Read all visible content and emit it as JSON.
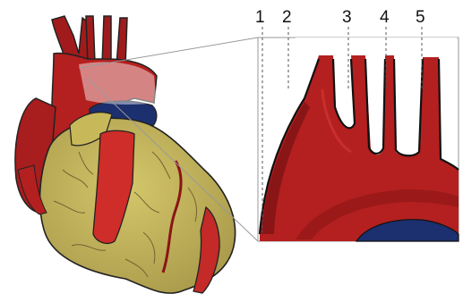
{
  "colors": {
    "artery_red": "#b3201f",
    "artery_dark": "#7a1214",
    "artery_highlight": "#d63a36",
    "fat_yellow": "#c7b85a",
    "fat_shadow": "#a8994a",
    "vein_blue": "#1c2f6e",
    "outline": "#222222",
    "zoom_box": "#999999",
    "guide_dash": "#555555"
  },
  "labels": [
    "1",
    "2",
    "3",
    "4",
    "5"
  ]
}
